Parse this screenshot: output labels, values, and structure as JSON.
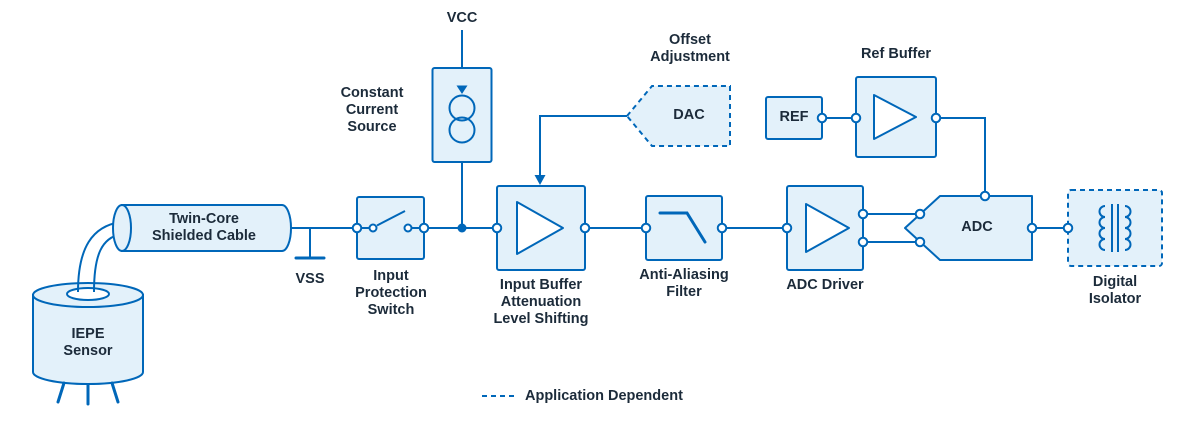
{
  "colors": {
    "accent": "#0067b9",
    "node_fill": "#e3f1fa",
    "text": "#1c2b3a",
    "background": "#ffffff"
  },
  "labels": {
    "vcc": "VCC",
    "constant_current_source": "Constant\nCurrent\nSource",
    "iepe_sensor": "IEPE\nSensor",
    "cable": "Twin-Core\nShielded Cable",
    "vss": "VSS",
    "input_protection_switch": "Input\nProtection\nSwitch",
    "input_buffer": "Input Buffer\nAttenuation\nLevel Shifting",
    "offset_adjustment": "Offset\nAdjustment",
    "dac": "DAC",
    "anti_aliasing_filter": "Anti-Aliasing\nFilter",
    "adc_driver": "ADC Driver",
    "ref": "REF",
    "ref_buffer": "Ref Buffer",
    "adc": "ADC",
    "digital_isolator": "Digital\nIsolator",
    "legend": "Application Dependent"
  },
  "icons": {
    "current-source-icon": "two overlapping circles with down arrow",
    "amplifier-icon": "right-pointing triangle",
    "switch-icon": "open SPST switch with two contacts",
    "lowpass-filter-icon": "flat then falling response line",
    "transformer-icon": "coupled coils with core bars",
    "ground-icon": "horizontal bar",
    "sensor-icon": "cylindrical IEPE accelerometer with pins",
    "cable-icon": "horizontal cylinder"
  }
}
